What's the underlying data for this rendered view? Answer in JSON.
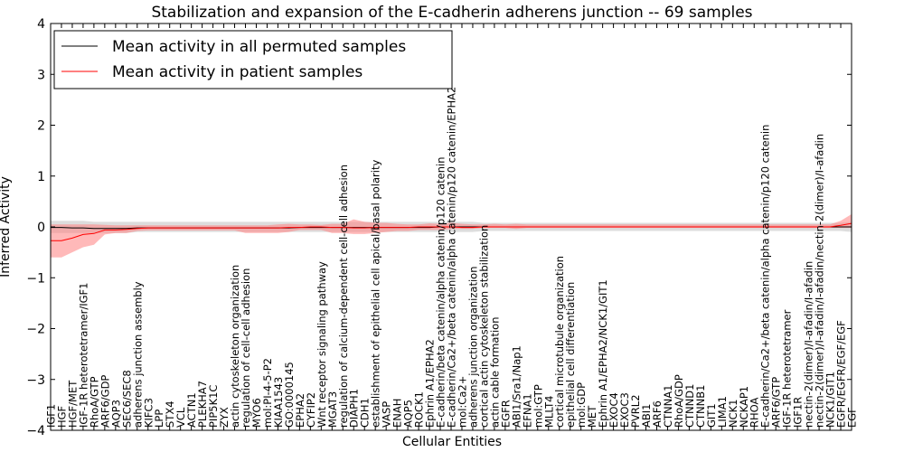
{
  "chart_data": {
    "type": "line",
    "title": "Stabilization and expansion of the E-cadherin adherens junction -- 69 samples",
    "xlabel": "Cellular Entities",
    "ylabel": "Inferred Activity",
    "ylim": [
      -4,
      4
    ],
    "yticks": [
      -4,
      -3,
      -2,
      -1,
      0,
      1,
      2,
      3,
      4
    ],
    "grid": false,
    "legend_position": "top-left",
    "categories": [
      "IGF1",
      "HGF",
      "HGF/MET",
      "IGF-1R heterotetramer/IGF1",
      "RhoA/GTP",
      "ARF6/GDP",
      "AQP3",
      "SEC6/SEC8",
      "adherens junction assembly",
      "KIFC3",
      "LPP",
      "STX4",
      "VCL",
      "ACTN1",
      "PLEKHA7",
      "PIP5K1C",
      "ZYX",
      "actin cytoskeleton organization",
      "regulation of cell-cell adhesion",
      "MYO6",
      "mol:PI-4-5-P2",
      "KIAA1543",
      "GO:0000145",
      "EPHA2",
      "CYFIP2",
      "Wnt receptor signaling pathway",
      "MGAT3",
      "regulation of calcium-dependent cell-cell adhesion",
      "DIAPH1",
      "CDH1",
      "establishment of epithelial cell apical/basal polarity",
      "VASP",
      "ENAH",
      "AQP5",
      "ROCK1",
      "Ephrin A1/EPHA2",
      "E-cadherin/beta catenin/alpha catenin/p120 catenin",
      "E-cadherin/Ca2+/beta catenin/alpha catenin/p120 catenin/EPHA2",
      "mol:Ca2+",
      "adherens junction organization",
      "cortical actin cytoskeleton stabilization",
      "actin cable formation",
      "EGFR",
      "ABI1/Sra1/Nap1",
      "EFNA1",
      "mol:GTP",
      "MLLT4",
      "cortical microtubule organization",
      "epithelial cell differentiation",
      "mol:GDP",
      "MET",
      "Ephrin A1/EPHA2/NCK1/GIT1",
      "EXOC4",
      "EXOC3",
      "PVRL2",
      "ABI1",
      "ARF6",
      "CTNNA1",
      "RhoA/GDP",
      "CTNND1",
      "CTNNB1",
      "GIT1",
      "LIMA1",
      "NCK1",
      "NCKAP1",
      "RHOA",
      "E-cadherin/Ca2+/beta catenin/alpha catenin/p120 catenin",
      "ARF6/GTP",
      "IGF-1R heterotetramer",
      "IGF1R",
      "nectin-2(dimer)/I-afadin/I-afadin",
      "nectin-2(dimer)/I-afadin/I-afadin/nectin-2(dimer)/I-afadin",
      "NCK1/GIT1",
      "EGFR/EGFR/EGF/EGF",
      "EGF"
    ],
    "series": [
      {
        "name": "Mean activity in all permuted samples",
        "color": "#000000",
        "band_color": "#bbbbbb",
        "values": [
          -0.01,
          -0.01,
          -0.02,
          -0.02,
          -0.03,
          -0.03,
          -0.03,
          -0.03,
          -0.02,
          -0.02,
          -0.02,
          -0.02,
          -0.02,
          -0.02,
          -0.02,
          -0.02,
          -0.02,
          -0.02,
          -0.02,
          -0.02,
          -0.02,
          -0.02,
          -0.02,
          -0.01,
          -0.01,
          -0.01,
          -0.01,
          -0.01,
          -0.01,
          -0.01,
          -0.01,
          -0.01,
          -0.01,
          -0.01,
          -0.01,
          -0.01,
          0,
          0,
          0,
          0,
          0,
          0,
          0,
          0,
          0,
          0,
          0,
          0,
          0,
          0,
          0,
          0,
          0,
          0,
          0,
          0,
          0,
          0,
          0,
          0,
          0,
          0,
          0,
          0,
          0,
          0,
          0,
          0,
          0,
          0,
          0,
          0,
          0,
          0,
          0
        ],
        "lower": [
          -0.12,
          -0.12,
          -0.12,
          -0.12,
          -0.12,
          -0.12,
          -0.12,
          -0.12,
          -0.1,
          -0.1,
          -0.1,
          -0.1,
          -0.1,
          -0.1,
          -0.1,
          -0.1,
          -0.1,
          -0.1,
          -0.1,
          -0.1,
          -0.1,
          -0.1,
          -0.1,
          -0.1,
          -0.1,
          -0.1,
          -0.1,
          -0.1,
          -0.1,
          -0.1,
          -0.1,
          -0.1,
          -0.1,
          -0.1,
          -0.1,
          -0.1,
          -0.1,
          -0.1,
          -0.1,
          -0.1,
          -0.08,
          -0.08,
          -0.08,
          -0.08,
          -0.08,
          -0.08,
          -0.08,
          -0.08,
          -0.08,
          -0.08,
          -0.08,
          -0.08,
          -0.08,
          -0.08,
          -0.08,
          -0.08,
          -0.08,
          -0.08,
          -0.08,
          -0.08,
          -0.08,
          -0.08,
          -0.08,
          -0.08,
          -0.08,
          -0.08,
          -0.08,
          -0.08,
          -0.08,
          -0.08,
          -0.08,
          -0.08,
          -0.08,
          -0.08,
          -0.1
        ],
        "upper": [
          0.12,
          0.12,
          0.12,
          0.12,
          0.1,
          0.1,
          0.1,
          0.1,
          0.1,
          0.1,
          0.1,
          0.1,
          0.1,
          0.1,
          0.1,
          0.1,
          0.1,
          0.1,
          0.1,
          0.1,
          0.1,
          0.1,
          0.1,
          0.1,
          0.1,
          0.1,
          0.1,
          0.1,
          0.1,
          0.1,
          0.1,
          0.1,
          0.1,
          0.1,
          0.1,
          0.1,
          0.1,
          0.1,
          0.1,
          0.1,
          0.08,
          0.08,
          0.08,
          0.08,
          0.08,
          0.08,
          0.08,
          0.08,
          0.08,
          0.08,
          0.08,
          0.08,
          0.08,
          0.08,
          0.08,
          0.08,
          0.08,
          0.08,
          0.08,
          0.08,
          0.08,
          0.08,
          0.08,
          0.08,
          0.08,
          0.08,
          0.08,
          0.08,
          0.08,
          0.08,
          0.08,
          0.08,
          0.08,
          0.08,
          0.1
        ]
      },
      {
        "name": "Mean activity in patient samples",
        "color": "#ff0000",
        "band_color": "#ff8080",
        "values": [
          -0.27,
          -0.27,
          -0.22,
          -0.15,
          -0.13,
          -0.06,
          -0.06,
          -0.05,
          -0.03,
          -0.02,
          -0.02,
          -0.02,
          -0.02,
          -0.02,
          -0.02,
          -0.02,
          -0.02,
          -0.02,
          -0.02,
          -0.02,
          -0.02,
          -0.02,
          -0.01,
          -0.01,
          0,
          0,
          -0.01,
          -0.01,
          -0.02,
          -0.02,
          -0.01,
          -0.01,
          -0.01,
          -0.01,
          0,
          0,
          0,
          0,
          -0.01,
          -0.01,
          0,
          0,
          0,
          0,
          0,
          0,
          0,
          0,
          0,
          0,
          0,
          0,
          0,
          0,
          0,
          0,
          0,
          0,
          0,
          0,
          0,
          0,
          0,
          0,
          0,
          0,
          0,
          0,
          0,
          0,
          0,
          0,
          0,
          0.03,
          0.07
        ],
        "lower": [
          -0.6,
          -0.6,
          -0.5,
          -0.4,
          -0.35,
          -0.15,
          -0.12,
          -0.12,
          -0.08,
          -0.07,
          -0.07,
          -0.07,
          -0.07,
          -0.07,
          -0.07,
          -0.07,
          -0.07,
          -0.07,
          -0.12,
          -0.12,
          -0.12,
          -0.12,
          -0.1,
          -0.06,
          -0.06,
          -0.06,
          -0.12,
          -0.12,
          -0.14,
          -0.14,
          -0.12,
          -0.1,
          -0.08,
          -0.08,
          -0.06,
          -0.06,
          -0.06,
          -0.04,
          -0.04,
          -0.04,
          -0.02,
          -0.02,
          -0.02,
          -0.04,
          -0.02,
          -0.02,
          -0.02,
          -0.02,
          -0.02,
          -0.02,
          -0.02,
          -0.02,
          -0.02,
          -0.02,
          -0.02,
          -0.02,
          -0.02,
          -0.02,
          -0.02,
          -0.02,
          -0.02,
          -0.02,
          -0.02,
          -0.02,
          -0.02,
          -0.02,
          -0.02,
          -0.02,
          -0.02,
          -0.02,
          -0.02,
          -0.02,
          -0.02,
          -0.02,
          -0.02
        ],
        "upper": [
          0.05,
          0.05,
          0.05,
          0.05,
          0.05,
          0.04,
          0.03,
          0.03,
          0.03,
          0.03,
          0.03,
          0.03,
          0.03,
          0.03,
          0.03,
          0.03,
          0.03,
          0.03,
          0.03,
          0.03,
          0.03,
          0.05,
          0.06,
          0.05,
          0.05,
          0.04,
          0.06,
          0.06,
          0.15,
          0.1,
          0.08,
          0.08,
          0.06,
          0.05,
          0.05,
          0.07,
          0.06,
          0.08,
          0.06,
          0.05,
          0.05,
          0.06,
          0.05,
          0.06,
          0.05,
          0.05,
          0.05,
          0.05,
          0.05,
          0.05,
          0.05,
          0.05,
          0.05,
          0.05,
          0.05,
          0.05,
          0.05,
          0.05,
          0.05,
          0.05,
          0.05,
          0.05,
          0.05,
          0.05,
          0.05,
          0.05,
          0.05,
          0.05,
          0.05,
          0.05,
          0.05,
          0.05,
          0.05,
          0.12,
          0.25
        ]
      }
    ]
  }
}
